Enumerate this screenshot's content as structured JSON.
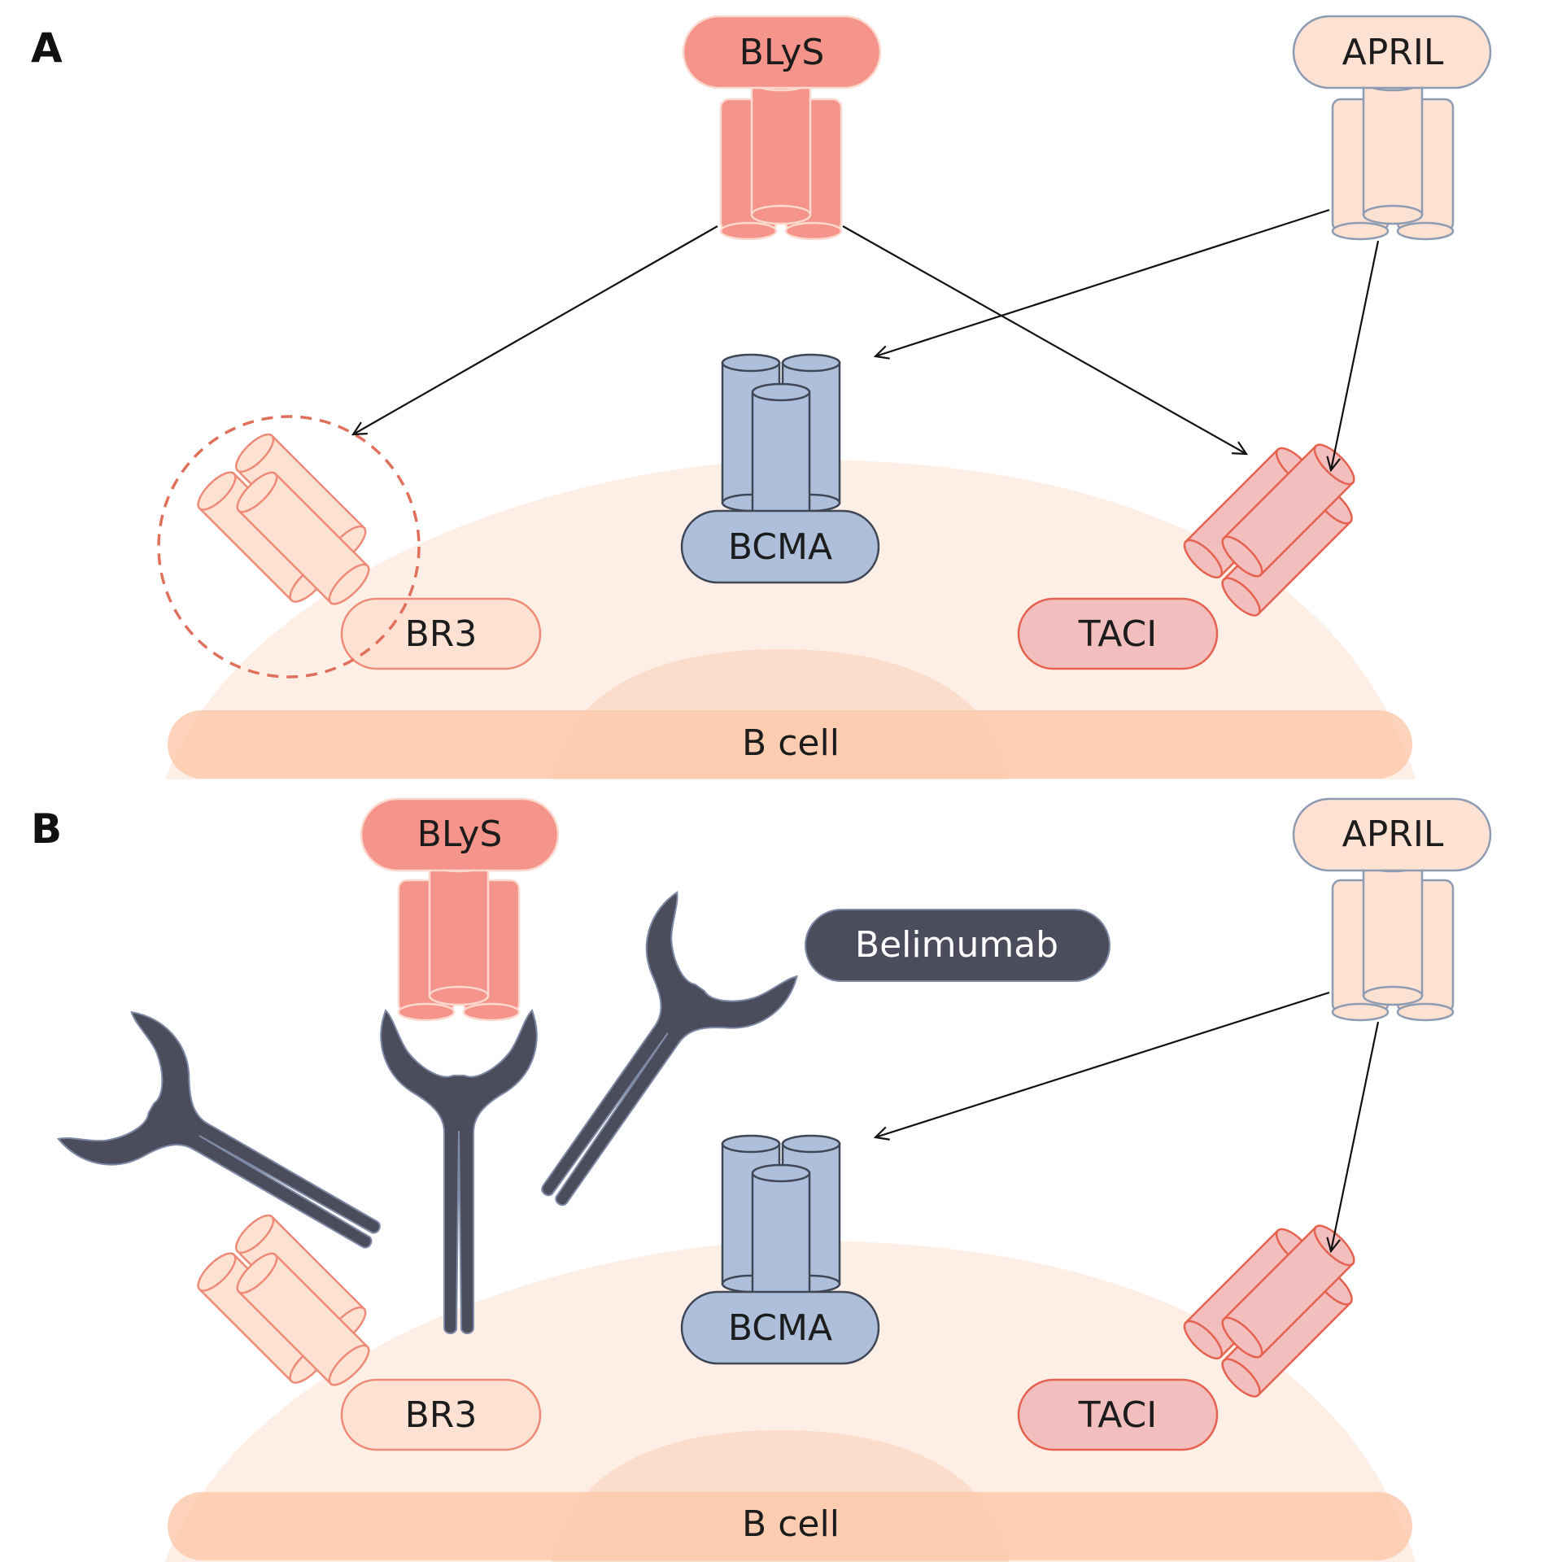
{
  "panel_a": {
    "letter": "A",
    "blys": "BLyS",
    "april": "APRIL",
    "bcma": "BCMA",
    "br3": "BR3",
    "taci": "TACI",
    "cell": "B cell"
  },
  "panel_b": {
    "letter": "B",
    "blys": "BLyS",
    "april": "APRIL",
    "bcma": "BCMA",
    "br3": "BR3",
    "taci": "TACI",
    "cell": "B cell",
    "antibody": "Belimumab"
  },
  "colors": {
    "blys": "#f4948a",
    "april": "#fde1d2",
    "bcma": "#adbfda",
    "taci": "#f2bebe",
    "br3": "#fde1d2",
    "cell": "#fdeee6",
    "membrane": "#fcc8aa",
    "antibody": "#4b4d5c"
  }
}
